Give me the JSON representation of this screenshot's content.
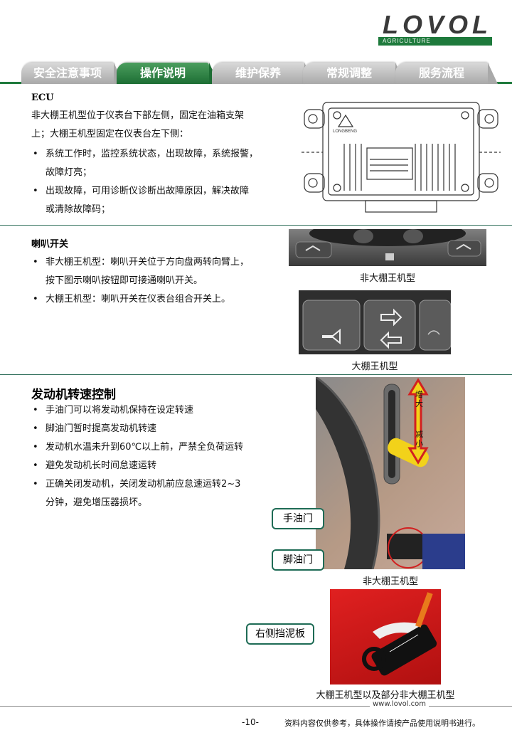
{
  "brand": {
    "name": "LOVOL",
    "tagline": "AGRICULTURE"
  },
  "tabs": [
    {
      "label": "安全注意事项",
      "active": false
    },
    {
      "label": "操作说明",
      "active": true
    },
    {
      "label": "维护保养",
      "active": false
    },
    {
      "label": "常规调整",
      "active": false
    },
    {
      "label": "服务流程",
      "active": false
    }
  ],
  "ecu": {
    "title": "ECU",
    "intro_line1": "非大棚王机型位于仪表台下部左侧，固定在油箱支架",
    "intro_line2": "上；大棚王机型固定在仪表台左下侧：",
    "bullets": [
      {
        "line1": "系统工作时，监控系统状态，出现故障，系统报警，",
        "line2": "故障灯亮；"
      },
      {
        "line1": "出现故障，可用诊断仪诊断出故障原因，解决故障",
        "line2": "或清除故障码；"
      }
    ],
    "device_label": "LONGBENG"
  },
  "horn": {
    "title": "喇叭开关",
    "bullets": [
      {
        "line1": "非大棚王机型：喇叭开关位于方向盘两转向臂上，",
        "line2": "按下图示喇叭按钮即可接通喇叭开关。"
      },
      {
        "line1": "大棚王机型：喇叭开关在仪表台组合开关上。",
        "line2": ""
      }
    ],
    "caption_top": "非大棚王机型",
    "caption_bottom": "大棚王机型"
  },
  "engine": {
    "title": "发动机转速控制",
    "bullets": [
      {
        "line1": "手油门可以将发动机保持在设定转速",
        "line2": ""
      },
      {
        "line1": "脚油门暂时提高发动机转速",
        "line2": ""
      },
      {
        "line1": "发动机水温未升到60℃以上前，严禁全负荷运转",
        "line2": ""
      },
      {
        "line1": "避免发动机长时间怠速运转",
        "line2": ""
      },
      {
        "line1": "正确关闭发动机，关闭发动机前应怠速运转2~3",
        "line2": "分钟，避免增压器损坏。"
      }
    ],
    "arrow_up": "增大",
    "arrow_down": "减小",
    "callout_hand": "手油门",
    "callout_foot": "脚油门",
    "caption_top": "非大棚王机型",
    "callout_fender": "右侧挡泥板",
    "caption_bottom": "大棚王机型以及部分非大棚王机型"
  },
  "footer": {
    "url": "www.lovol.com",
    "page": "-10-",
    "note": "资料内容仅供参考，具体操作请按产品使用说明书进行。"
  },
  "colors": {
    "brand_green": "#1e7a3c",
    "divider": "#2f6e5a",
    "arrow_red": "#d22020",
    "arrow_yellow": "#f2d21a"
  }
}
